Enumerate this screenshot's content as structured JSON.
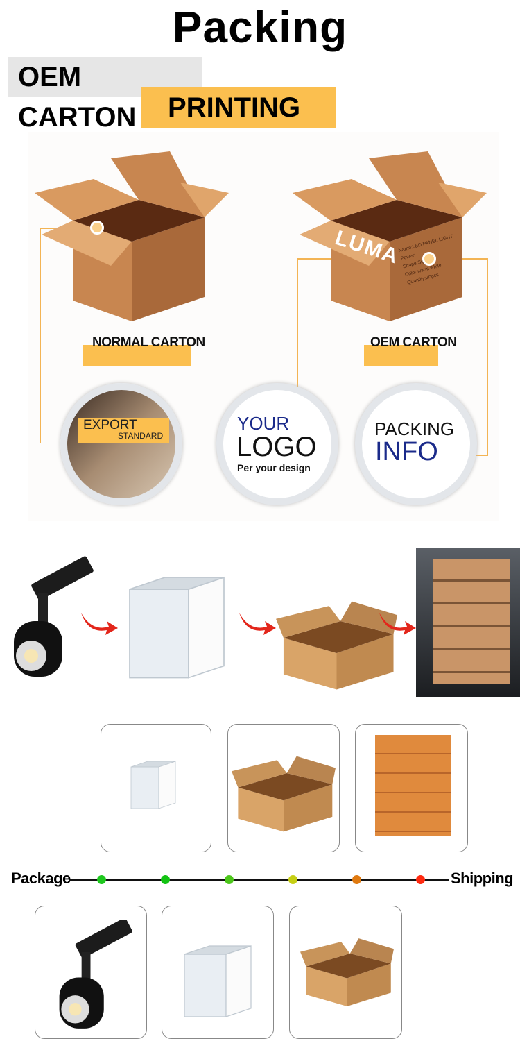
{
  "title": "Packing",
  "banner": {
    "line1": "OEM CARTON",
    "line2": "PRINTING"
  },
  "cartons": {
    "normal_label": "NORMAL CARTON",
    "oem_label": "OEM CARTON",
    "oem_brand": "LUMA",
    "oem_print_lines": [
      "Name:LED PANEL LIGHT",
      "Power:",
      "Shape:Square",
      "Color:warm white",
      "Quantity:20pcs"
    ]
  },
  "circles": {
    "export": {
      "line1": "EXPORT",
      "line2": "STANDARD"
    },
    "logo": {
      "line1": "YOUR",
      "line2": "LOGO",
      "line3": "Per your design"
    },
    "info": {
      "line1": "PACKING",
      "line2": "INFO"
    }
  },
  "timeline": {
    "start_label": "Package",
    "end_label": "Shipping",
    "dot_colors": [
      "#1ec81e",
      "#13c313",
      "#4cc61a",
      "#c6cf14",
      "#e07a10",
      "#ff2a10"
    ]
  },
  "colors": {
    "accent": "#fbbf4f",
    "carton": "#c98a4e"
  }
}
